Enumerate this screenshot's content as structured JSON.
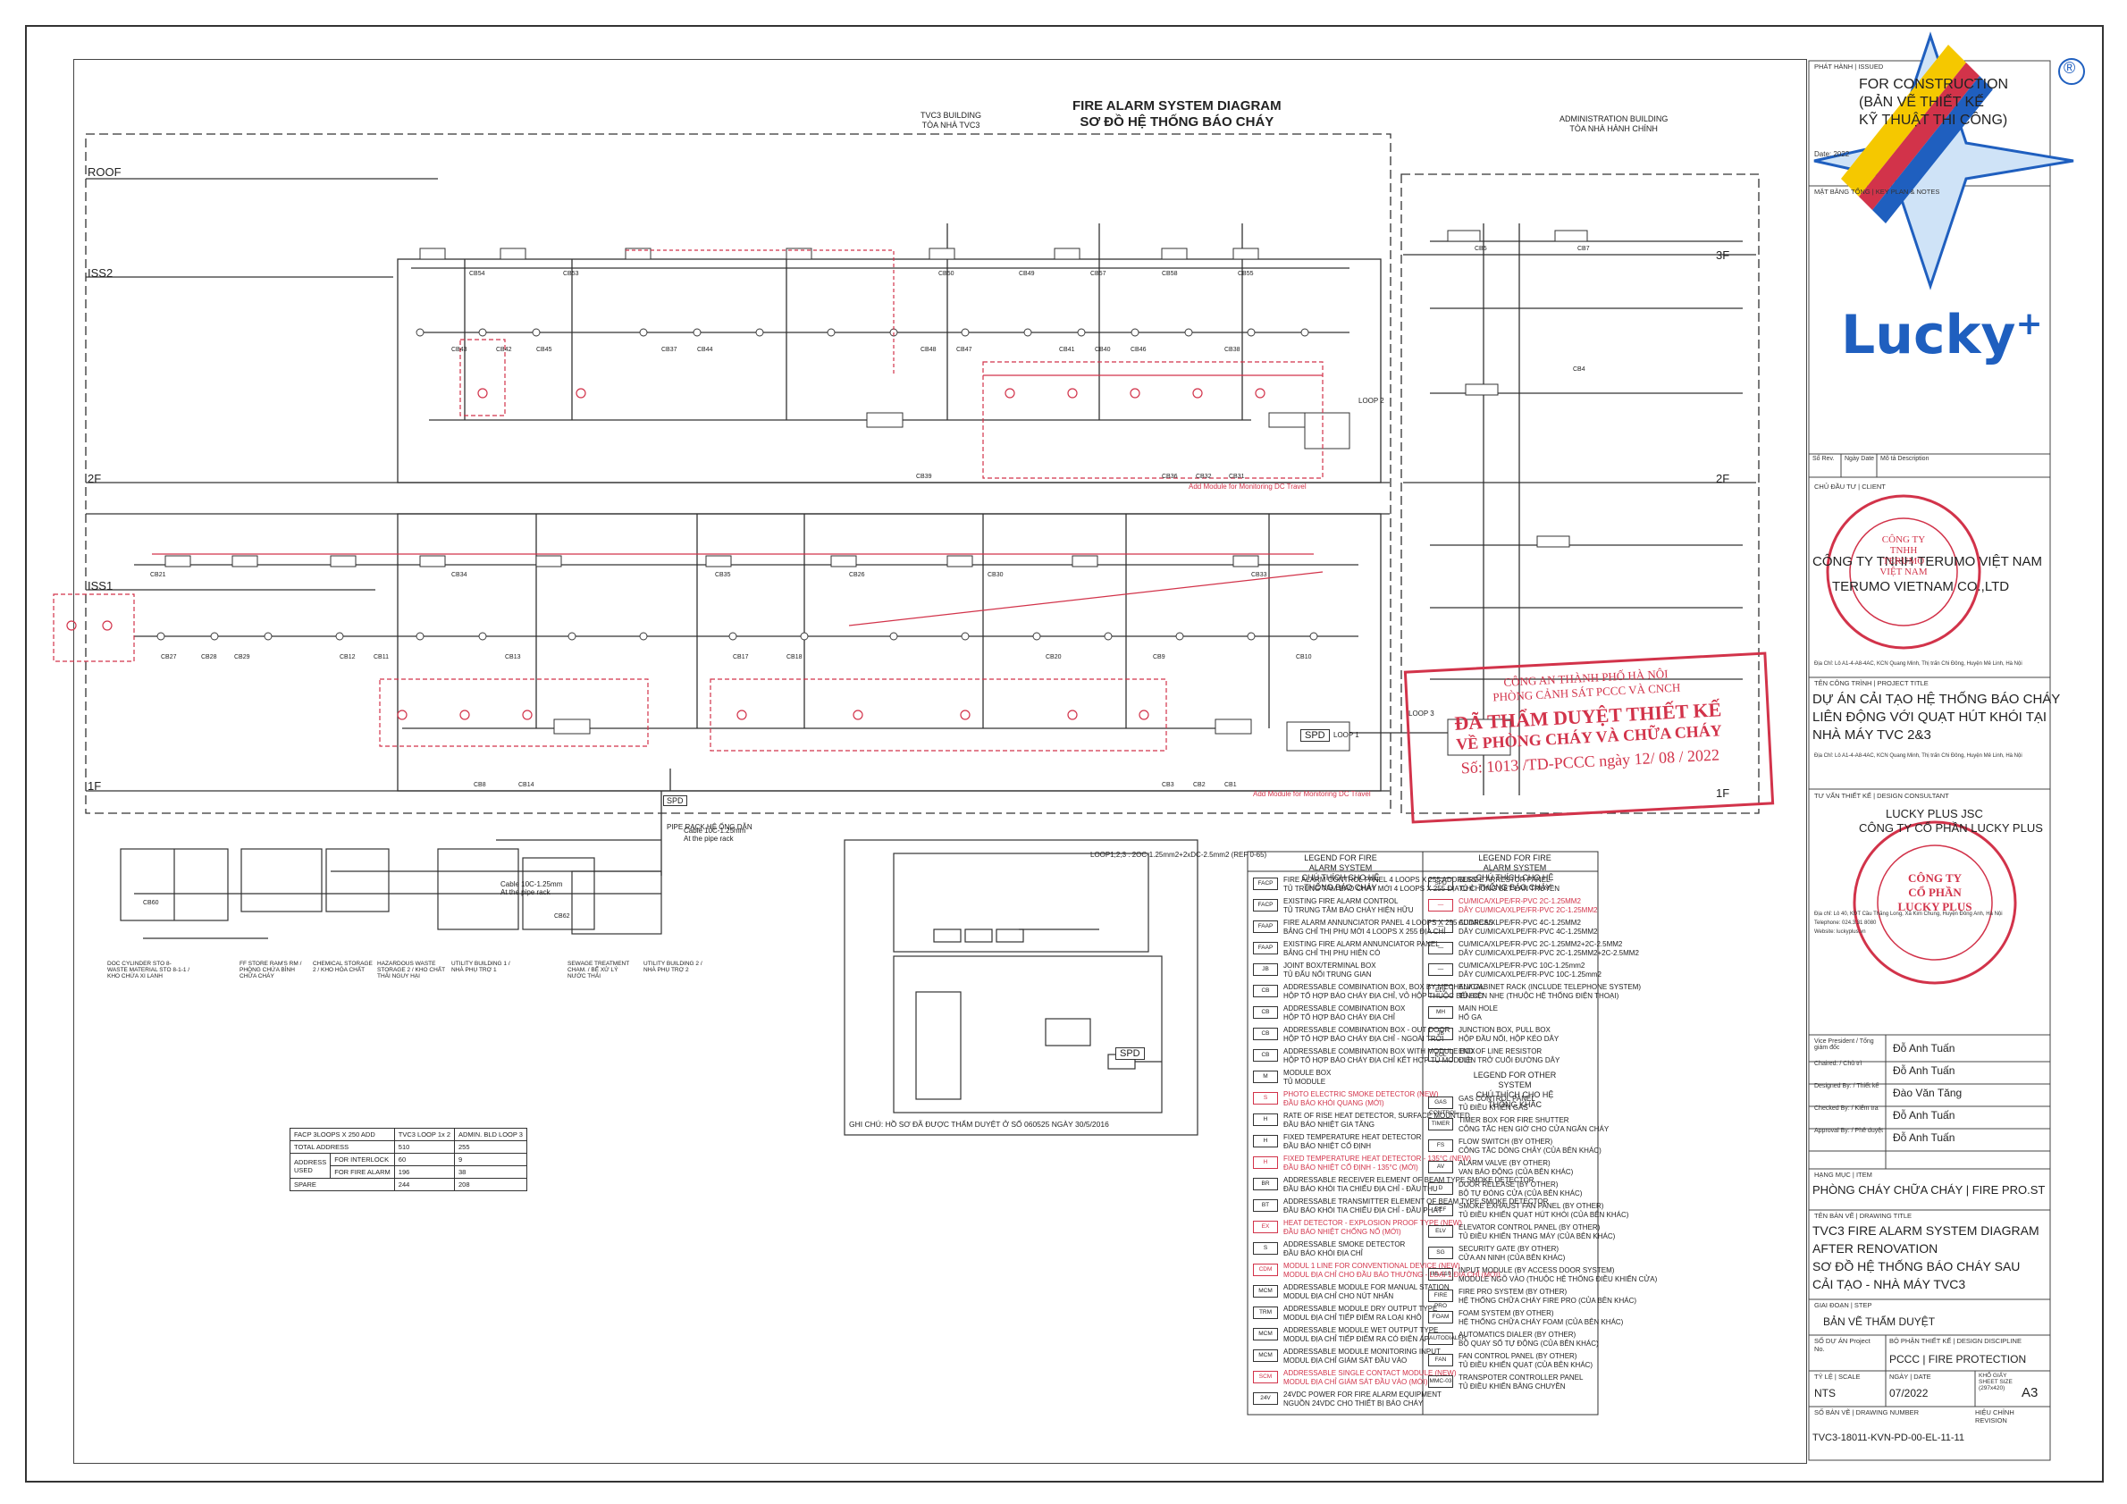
{
  "diagram": {
    "title_en": "FIRE ALARM SYSTEM DIAGRAM",
    "title_vi": "SƠ ĐỒ HỆ THỐNG BÁO CHÁY",
    "buildings": {
      "tvc3_en": "TVC3 BUILDING",
      "tvc3_vi": "TÒA NHÀ TVC3",
      "admin_en": "ADMINISTRATION BUILDING",
      "admin_vi": "TÒA NHÀ HÀNH CHÍNH"
    },
    "levels": [
      "ROOF",
      "ISS2",
      "2F",
      "ISS1",
      "1F",
      "3F",
      "2F",
      "1F"
    ],
    "notes": {
      "add_module_1": "Add Module for Monitoring DC Travel",
      "add_module_2": "Add Module for Monitoring DC Travel",
      "loop1": "LOOP 1",
      "loop2": "LOOP 2",
      "loop3": "LOOP 3",
      "cable_note": "LOOP1,2,3 : 2OC-1.25mm2+2xDC-2.5mm2 (REF 0-65)",
      "cable_10c": "Cable 10C-1.25mm",
      "cable_10c_2": "Cable 10C-1.25mm",
      "at_pipe": "At the pipe rack",
      "at_pipe_2": "At the pipe rack",
      "spd": "SPD",
      "pipe_rack": "PIPE RACK",
      "pipe_rack_vi": "HỆ ỐNG DẪN"
    },
    "cb_labels": [
      "CB54",
      "CB53",
      "CB50",
      "CB49",
      "CB57",
      "CB58",
      "CB55",
      "CB43",
      "CB42",
      "CB45",
      "CB37",
      "CB44",
      "CB39",
      "CB48",
      "CB47",
      "CB41",
      "CB40",
      "CB46",
      "CB38",
      "CB36",
      "CB32",
      "CB31",
      "CB30",
      "CB27",
      "CB28",
      "CB29",
      "CB21",
      "CB12",
      "CB11",
      "CB13",
      "CB35",
      "CB33",
      "CB34",
      "CB26",
      "CB18",
      "CB17",
      "CB10",
      "CB14",
      "CB20",
      "CB8",
      "CB9",
      "CB2",
      "CB3",
      "CB1",
      "CB5",
      "CB4",
      "CB60",
      "CB7",
      "CB62"
    ],
    "bottom_buildings": [
      "DOC CYLINDER STO 8- WASTE MATERIAL STO 8-1-1 / KHO CHỨA XI LANH",
      "FF STORE RAM'S RM / PHÒNG CHỨA BÌNH CHỮA CHÁY",
      "CHEMICAL STORAGE 2 / KHO HÓA CHẤT",
      "HAZARDOUS WASTE STORAGE 2 / KHO CHẤT THẢI NGUY HẠI",
      "UTILITY BUILDING 1 / NHÀ PHỤ TRỢ 1",
      "SEWAGE TREATMENT CHAM. / BỂ XỬ LÝ NƯỚC THẢI",
      "UTILITY BUILDING 2 / NHÀ PHỤ TRỢ 2"
    ],
    "approval_note": "GHI CHÚ: HỒ SƠ ĐÃ ĐƯỢC THẨM DUYỆT Ở SỐ 060525 NGÀY 30/5/2016"
  },
  "address_table": {
    "header": [
      "FACP 3LOOPS X 250 ADD",
      "TVC3 LOOP 1x 2",
      "ADMIN. BLD LOOP 3"
    ],
    "rows": [
      [
        "TOTAL ADDRESS",
        "510",
        "255"
      ],
      [
        "FOR INTERLOCK",
        "60",
        "9"
      ],
      [
        "FOR FIRE ALARM",
        "196",
        "38"
      ],
      [
        "SPARE",
        "244",
        "208"
      ]
    ],
    "side_label": "ADDRESS USED"
  },
  "legend": {
    "title_en": "LEGEND FOR FIRE ALARM SYSTEM",
    "title_vi": "CHÚ THÍCH CHO HỆ THỐNG BÁO CHÁY",
    "items_left": [
      {
        "sym": "FACP",
        "en": "FIRE ALARM CONTROL PANEL 4 LOOPS X 255 ADDRESS",
        "vi": "TỦ TRUNG TÂM BÁO CHÁY MỚI 4 LOOPS X 255 ĐỊA CHỈ",
        "red": false
      },
      {
        "sym": "FACP",
        "en": "EXISTING FIRE ALARM CONTROL",
        "vi": "TỦ TRUNG TÂM BÁO CHÁY HIỆN HỮU",
        "red": false
      },
      {
        "sym": "FAAP",
        "en": "FIRE ALARM ANNUNCIATOR PANEL 4 LOOPS X 255 ADDRESS",
        "vi": "BẢNG CHỈ THỊ PHỤ MỚI 4 LOOPS X 255 ĐỊA CHỈ",
        "red": false
      },
      {
        "sym": "FAAP",
        "en": "EXISTING FIRE ALARM ANNUNCIATOR PANEL",
        "vi": "BẢNG CHỈ THỊ PHỤ HIỆN CÓ",
        "red": false
      },
      {
        "sym": "JB",
        "en": "JOINT BOX/TERMINAL BOX",
        "vi": "TỦ ĐẤU NỐI TRUNG GIAN",
        "red": false
      },
      {
        "sym": "CB",
        "en": "ADDRESSABLE COMBINATION BOX, BOX BY MECHANICAL",
        "vi": "HỘP TỔ HỢP BÁO CHÁY ĐỊA CHỈ, VỎ HỘP THUỘC BÊN CƠ",
        "red": false
      },
      {
        "sym": "CB",
        "en": "ADDRESSABLE COMBINATION BOX",
        "vi": "HỘP TỔ HỢP BÁO CHÁY ĐỊA CHỈ",
        "red": false
      },
      {
        "sym": "CB",
        "en": "ADDRESSABLE COMBINATION BOX - OUT DOOR",
        "vi": "HỘP TỔ HỢP BÁO CHÁY ĐỊA CHỈ - NGOÀI TRỜI",
        "red": false
      },
      {
        "sym": "CB",
        "en": "ADDRESSABLE COMBINATION BOX WITH MODULE BOX",
        "vi": "HỘP TỔ HỢP BÁO CHÁY ĐỊA CHỈ KẾT HỢP TỦ MODULE",
        "red": false
      },
      {
        "sym": "M",
        "en": "MODULE BOX",
        "vi": "TỦ MODULE",
        "red": false
      },
      {
        "sym": "S",
        "en": "PHOTO ELECTRIC SMOKE DETECTOR (NEW)",
        "vi": "ĐẦU BÁO KHÓI QUANG (MỚI)",
        "red": true
      },
      {
        "sym": "H",
        "en": "RATE OF RISE HEAT DETECTOR, SURFACE MOUNTED",
        "vi": "ĐẦU BÁO NHIỆT GIA TĂNG",
        "red": false
      },
      {
        "sym": "H",
        "en": "FIXED TEMPERATURE HEAT DETECTOR",
        "vi": "ĐẦU BÁO NHIỆT CỐ ĐỊNH",
        "red": false
      },
      {
        "sym": "H",
        "en": "FIXED TEMPERATURE HEAT DETECTOR - 135°C (NEW)",
        "vi": "ĐẦU BÁO NHIỆT CỐ ĐỊNH - 135°C (MỚI)",
        "red": true
      },
      {
        "sym": "BR",
        "en": "ADDRESSABLE RECEIVER ELEMENT OF BEAM TYPE SMOKE DETECTOR",
        "vi": "ĐẦU BÁO KHÓI TIA CHIẾU ĐỊA CHỈ - ĐẦU THU",
        "red": false
      },
      {
        "sym": "BT",
        "en": "ADDRESSABLE TRANSMITTER ELEMENT OF BEAM TYPE SMOKE DETECTOR",
        "vi": "ĐẦU BÁO KHÓI TIA CHIẾU ĐỊA CHỈ - ĐẦU PHÁT",
        "red": false
      },
      {
        "sym": "EX",
        "en": "HEAT DETECTOR - EXPLOSION PROOF TYPE (NEW)",
        "vi": "ĐẦU BÁO NHIỆT CHỐNG NỔ (MỚI)",
        "red": true
      },
      {
        "sym": "S",
        "en": "ADDRESSABLE SMOKE DETECTOR",
        "vi": "ĐẦU BÁO KHÓI ĐỊA CHỈ",
        "red": false
      },
      {
        "sym": "CDM",
        "en": "MODUL 1 LINE FOR CONVENTIONAL DEVICE (NEW)",
        "vi": "MODUL ĐỊA CHỈ CHO ĐẦU BÁO THƯỜNG - LOẠI 1 ĐỊA CHỈ (MỚI)",
        "red": true
      },
      {
        "sym": "MCM",
        "en": "ADDRESSABLE MODULE FOR MANUAL STATION",
        "vi": "MODUL ĐỊA CHỈ CHO NÚT NHẤN",
        "red": false
      },
      {
        "sym": "TRM",
        "en": "ADDRESSABLE MODULE DRY OUTPUT TYPE",
        "vi": "MODUL ĐỊA CHỈ TIẾP ĐIỂM RA LOẠI KHÔ",
        "red": false
      },
      {
        "sym": "MCM",
        "en": "ADDRESSABLE MODULE WET OUTPUT TYPE",
        "vi": "MODUL ĐỊA CHỈ TIẾP ĐIỂM RA CÓ ĐIỆN ÁP",
        "red": false
      },
      {
        "sym": "MCM",
        "en": "ADDRESSABLE MODULE MONITORING INPUT",
        "vi": "MODUL ĐỊA CHỈ GIÁM SÁT ĐẦU VÀO",
        "red": false
      },
      {
        "sym": "SCM",
        "en": "ADDRESSABLE SINGLE CONTACT MODULE (NEW)",
        "vi": "MODUL ĐỊA CHỈ GIÁM SÁT ĐẦU VÀO (MỚI)",
        "red": true
      },
      {
        "sym": "24V",
        "en": "24VDC POWER FOR FIRE ALARM EQUIPMENT",
        "vi": "NGUỒN 24VDC CHO THIẾT BỊ BÁO CHÁY",
        "red": false
      }
    ],
    "items_right": [
      {
        "sym": "SPD",
        "en": "SURGE ARRESTOR PANEL",
        "vi": "TỦ CHỐNG SÉT LAN TRUYỀN",
        "red": false
      },
      {
        "sym": "—",
        "en": "CU/MICA/XLPE/FR-PVC 2C-1.25MM2",
        "vi": "DÂY CU/MICA/XLPE/FR-PVC 2C-1.25MM2",
        "red": true
      },
      {
        "sym": "—",
        "en": "CU/MICA/XLPE/FR-PVC 4C-1.25MM2",
        "vi": "DÂY CU/MICA/XLPE/FR-PVC 4C-1.25MM2",
        "red": false
      },
      {
        "sym": "—",
        "en": "CU/MICA/XLPE/FR-PVC 2C-1.25MM2+2C-2.5MM2",
        "vi": "DÂY CU/MICA/XLPE/FR-PVC 2C-1.25MM2+2C-2.5MM2",
        "red": false
      },
      {
        "sym": "—",
        "en": "CU/MICA/XLPE/FR-PVC 10C-1.25mm2",
        "vi": "DÂY CU/MICA/XLPE/FR-PVC 10C-1.25mm2",
        "red": false
      },
      {
        "sym": "ELV",
        "en": "ELV CABINET RACK (INCLUDE TELEPHONE SYSTEM)",
        "vi": "TỦ ĐIỆN NHẸ (THUỘC HỆ THỐNG ĐIỆN THOẠI)",
        "red": false
      },
      {
        "sym": "MH",
        "en": "MAIN HOLE",
        "vi": "HỐ GA",
        "red": false
      },
      {
        "sym": "JB",
        "en": "JUNCTION BOX, PULL BOX",
        "vi": "HỘP ĐẦU NỐI, HỘP KÉO DÂY",
        "red": false
      },
      {
        "sym": "EOL",
        "en": "END OF LINE RESISTOR",
        "vi": "ĐIỆN TRỞ CUỐI ĐƯỜNG DÂY",
        "red": false
      }
    ],
    "other_title_en": "LEGEND FOR OTHER SYSTEM",
    "other_title_vi": "CHÚ THÍCH CHO HỆ THỐNG KHÁC",
    "items_other": [
      {
        "sym": "GAS CONTROL",
        "en": "GAS CONTROL PANEL",
        "vi": "TỦ ĐIỀU KHIỂN GAS"
      },
      {
        "sym": "TIMER",
        "en": "TIMER BOX FOR FIRE SHUTTER",
        "vi": "CÔNG TẮC HẸN GIỜ CHO CỬA NGĂN CHÁY"
      },
      {
        "sym": "FS",
        "en": "FLOW SWITCH (BY OTHER)",
        "vi": "CÔNG TẮC DÒNG CHẢY (CỦA BÊN KHÁC)"
      },
      {
        "sym": "AV",
        "en": "ALARM VALVE (BY OTHER)",
        "vi": "VAN BÁO ĐỘNG (CỦA BÊN KHÁC)"
      },
      {
        "sym": "D",
        "en": "DOOR RELEASE (BY OTHER)",
        "vi": "BỘ TỰ ĐÓNG CỬA (CỦA BÊN KHÁC)"
      },
      {
        "sym": "SEF",
        "en": "SMOKE EXHAUST FAN PANEL (BY OTHER)",
        "vi": "TỦ ĐIỀU KHIỂN QUẠT HÚT KHÓI (CỦA BÊN KHÁC)"
      },
      {
        "sym": "ELV",
        "en": "ELEVATOR CONTROL PANEL (BY OTHER)",
        "vi": "TỦ ĐIỀU KHIỂN THANG MÁY (CỦA BÊN KHÁC)"
      },
      {
        "sym": "SG",
        "en": "SECURITY GATE (BY OTHER)",
        "vi": "CỬA AN NINH (CỦA BÊN KHÁC)"
      },
      {
        "sym": "INL-110",
        "en": "INPUT MODULE (BY ACCESS DOOR SYSTEM)",
        "vi": "MODULE NGÕ VÀO (THUỘC HỆ THỐNG ĐIỀU KHIỂN CỬA)"
      },
      {
        "sym": "FIRE PRO",
        "en": "FIRE PRO SYSTEM (BY OTHER)",
        "vi": "HỆ THỐNG CHỮA CHÁY FIRE PRO (CỦA BÊN KHÁC)"
      },
      {
        "sym": "FOAM",
        "en": "FOAM SYSTEM (BY OTHER)",
        "vi": "HỆ THỐNG CHỮA CHÁY FOAM (CỦA BÊN KHÁC)"
      },
      {
        "sym": "AUTODIALER",
        "en": "AUTOMATICS DIALER (BY OTHER)",
        "vi": "BỘ QUAY SỐ TỰ ĐỘNG (CỦA BÊN KHÁC)"
      },
      {
        "sym": "FAN",
        "en": "FAN CONTROL PANEL (BY OTHER)",
        "vi": "TỦ ĐIỀU KHIỂN QUẠT (CỦA BÊN KHÁC)"
      },
      {
        "sym": "MMC-03",
        "en": "TRANSPOTER CONTROLLER PANEL",
        "vi": "TỦ ĐIỀU KHIỂN BĂNG CHUYỀN"
      }
    ]
  },
  "title_block": {
    "issued_label": "PHÁT HÀNH | ISSUED",
    "issued_lines": [
      "FOR CONSTRUCTION",
      "(BẢN VẼ THIẾT KẾ",
      "KỸ THUẬT THI CÔNG)"
    ],
    "issued_date_label": "Date:",
    "issued_date": "2022",
    "keyplan_label": "MẶT BẰNG TỔNG | KEY PLAN & NOTES",
    "rev_headers": [
      "Số Rev.",
      "Ngày Date",
      "Mô tả Description"
    ],
    "client_label": "CHỦ ĐẦU TƯ | CLIENT",
    "client_name_vi": "CÔNG TY TNHH TERUMO VIỆT NAM",
    "client_name_en": "TERUMO VIETNAM CO.,LTD",
    "client_addr": "Địa Chỉ: Lô A1-4-A8-4AC, KCN Quang Minh, Thị trấn Chi Đông, Huyện Mê Linh, Hà Nội",
    "project_label": "TÊN CÔNG TRÌNH | PROJECT TITLE",
    "project_title": [
      "DỰ ÁN CẢI TẠO HỆ THỐNG BÁO CHÁY",
      "LIÊN ĐỘNG VỚI QUẠT HÚT KHÓI TẠI",
      "NHÀ MÁY TVC 2&3"
    ],
    "project_addr": "Địa Chỉ: Lô A1-4-A8-4AC, KCN Quang Minh, Thị trấn Chi Đông, Huyện Mê Linh, Hà Nội",
    "consultant_label": "TƯ VẤN THIẾT KẾ | DESIGN CONSULTANT",
    "consultant_en": "LUCKY PLUS JSC",
    "consultant_vi": "CÔNG TY CỔ PHẦN LUCKY PLUS",
    "consultant_addr": "Địa chỉ: Lô 40, KĐT Cầu Thăng Long, Xã Kim Chung, Huyện Đông Anh, Hà Nội",
    "consultant_tel": "Telephone: 024.3.31 8080",
    "consultant_web": "Website: luckyplus.vn",
    "signatures": [
      {
        "role": "Vice President / Tổng giám đốc",
        "name": "Đỗ Anh Tuấn"
      },
      {
        "role": "Chaired: / Chủ trì",
        "name": "Đỗ Anh Tuấn"
      },
      {
        "role": "Designed By: / Thiết kế",
        "name": "Đào Văn Tăng"
      },
      {
        "role": "Checked By: / Kiểm tra",
        "name": "Đỗ Anh Tuấn"
      },
      {
        "role": "Approval By: / Phê duyệt",
        "name": "Đỗ Anh Tuấn"
      }
    ],
    "item_label": "HẠNG MỤC | ITEM",
    "item": "PHÒNG CHÁY CHỮA CHÁY | FIRE PRO.ST",
    "drawing_title_label": "TÊN BẢN VẼ | DRAWING TITLE",
    "drawing_title": [
      "TVC3 FIRE ALARM SYSTEM DIAGRAM",
      "AFTER RENOVATION",
      "SƠ ĐỒ HỆ THỐNG BÁO CHÁY SAU",
      "CẢI TẠO - NHÀ MÁY TVC3"
    ],
    "step_label": "GIAI ĐOẠN | STEP",
    "step": "BẢN VẼ  THẨM DUYỆT",
    "project_no_label": "SỐ DỰ ÁN Project No.",
    "discipline_label": "BỘ PHẬN THIẾT KẾ | DESIGN DISCIPLINE",
    "discipline": "PCCC | FIRE  PROTECTION",
    "scale_label": "TỶ LỆ | SCALE",
    "scale": "NTS",
    "date_label": "NGÀY | DATE",
    "date": "07/2022",
    "sheet_label": "KHỔ GIẤY SHEET SIZE (297x420)",
    "sheet": "A3",
    "drawing_no_label": "SỐ BẢN VẼ | DRAWING NUMBER",
    "drawing_no": "TVC3-18011-KVN-PD-00-EL-11-11",
    "revision_label": "HIỆU CHỈNH REVISION"
  },
  "stamps": {
    "approval_lines": [
      "CÔNG AN THÀNH PHỐ HÀ NỘI",
      "PHÒNG CẢNH SÁT PCCC VÀ CNCH",
      "ĐÃ THẨM DUYỆT THIẾT KẾ",
      "VỀ PHÒNG CHÁY VÀ CHỮA CHÁY"
    ],
    "approval_no": "Số: 1013 /TD-PCCC ngày 12/ 08 / 2022",
    "terumo_seal": [
      "CÔNG TY",
      "TNHH",
      "TERUMO",
      "VIỆT NAM"
    ],
    "lucky_seal": [
      "CÔNG TY",
      "CỔ PHẦN",
      "LUCKY PLUS"
    ]
  },
  "logo": {
    "brand": "Lucky",
    "plus": "+",
    "reg": "®"
  },
  "colors": {
    "line": "#333333",
    "new_red": "#d2334a",
    "logo_blue": "#1f5fbf",
    "logo_yellow": "#f5c800"
  }
}
